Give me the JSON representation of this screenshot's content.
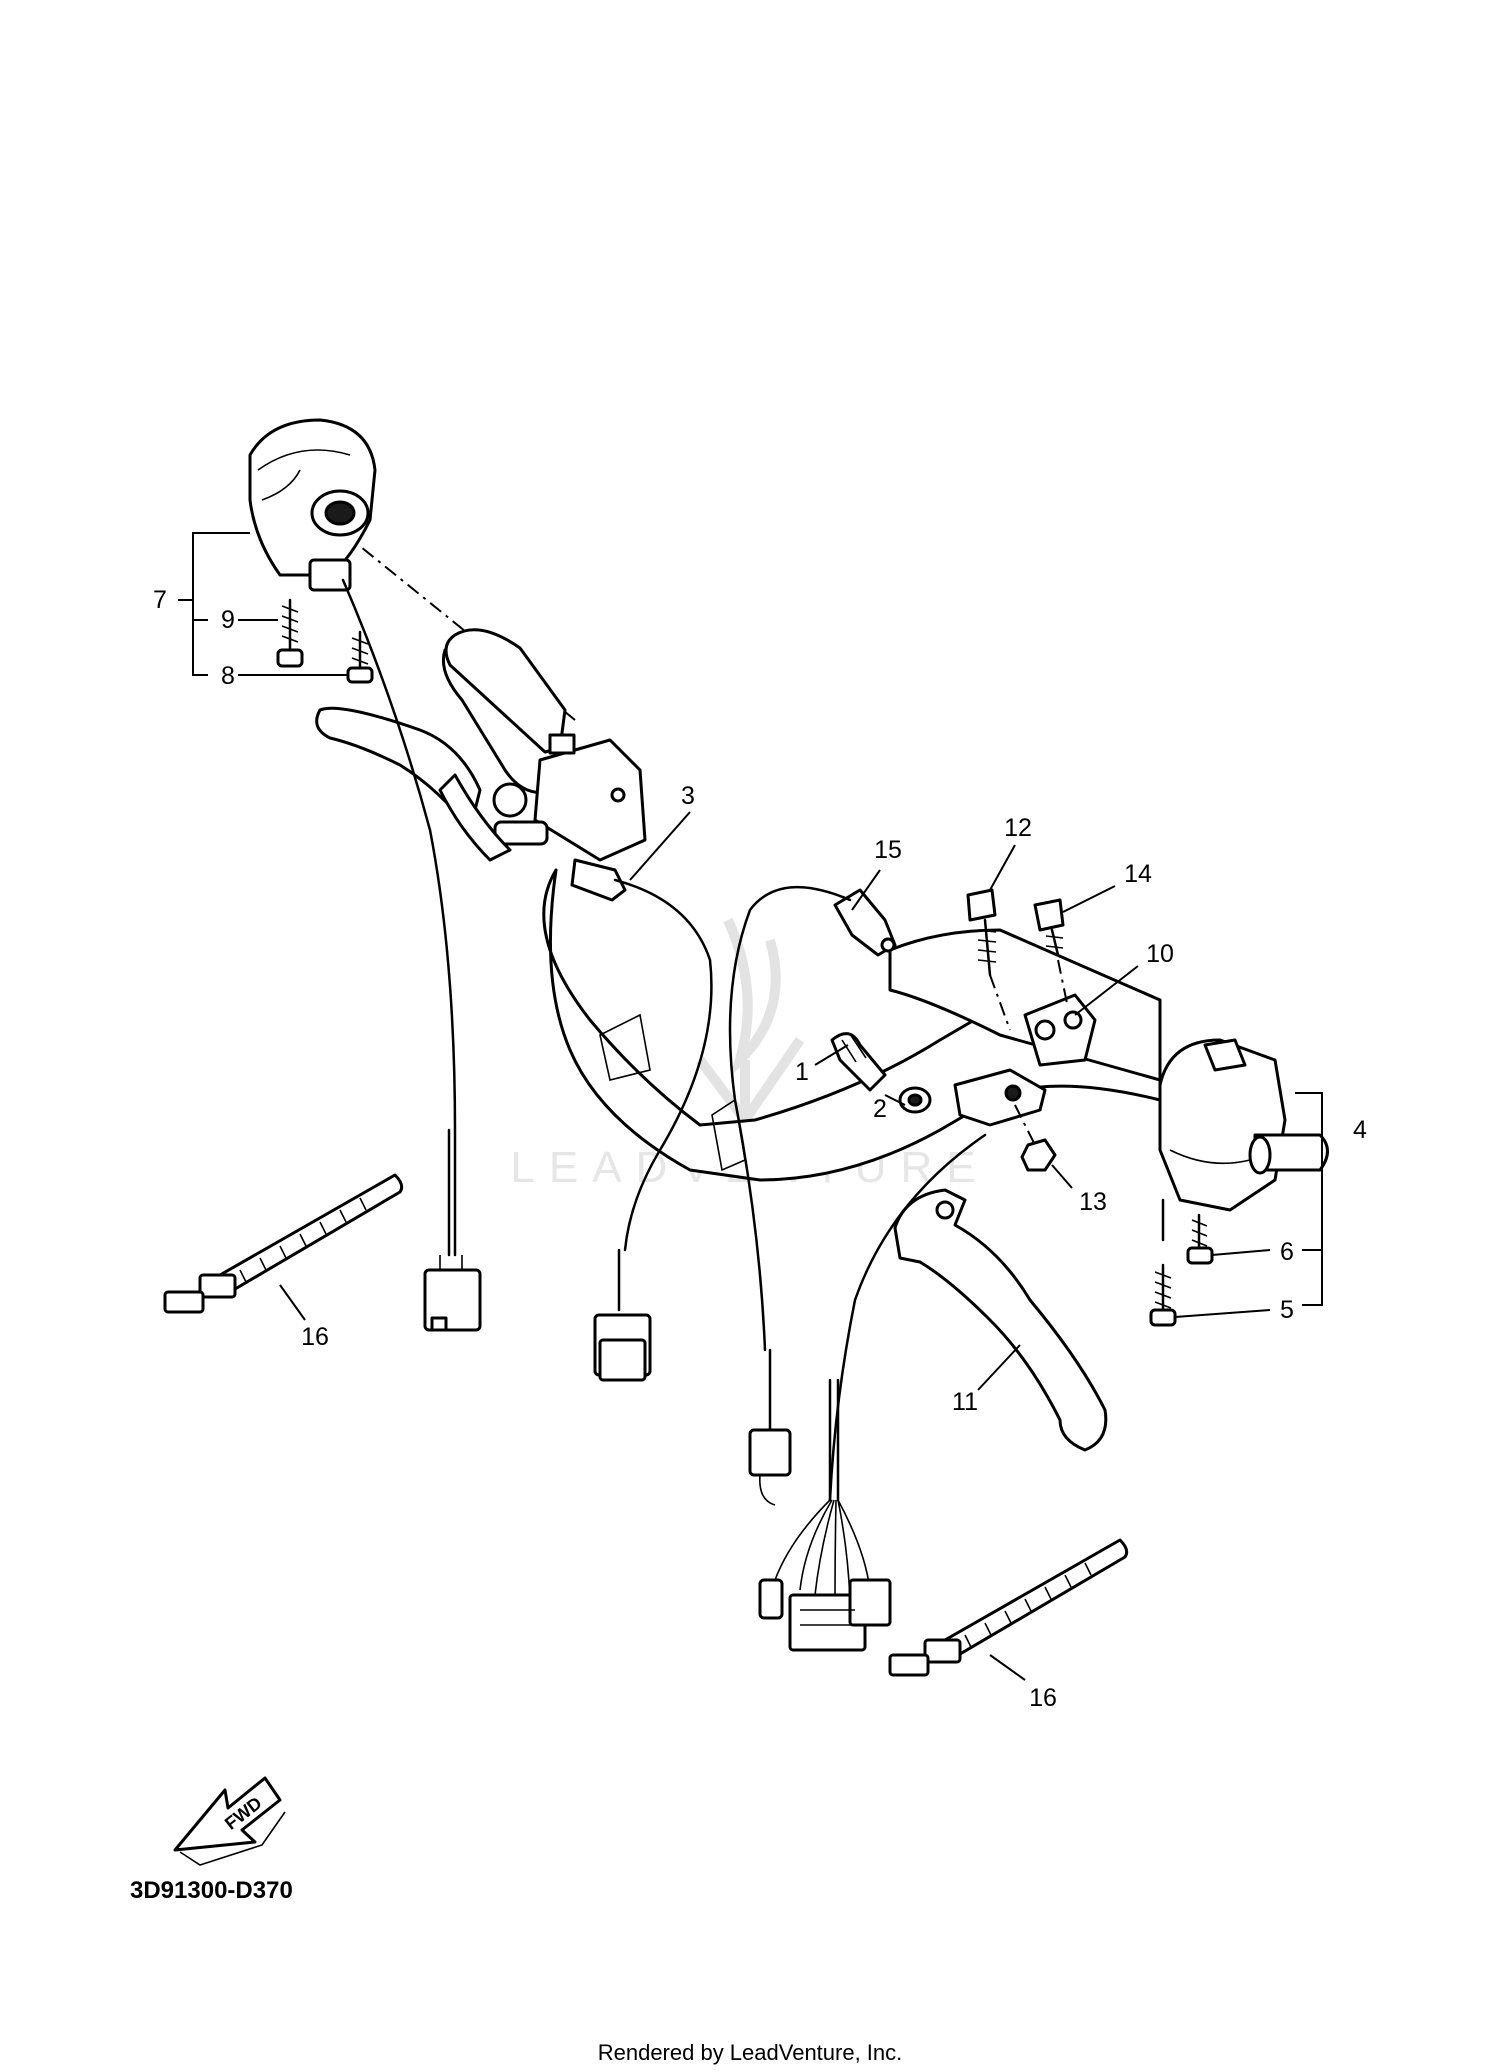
{
  "diagram": {
    "callouts": {
      "c1": "1",
      "c2": "2",
      "c3": "3",
      "c4": "4",
      "c5": "5",
      "c6": "6",
      "c7": "7",
      "c8": "8",
      "c9": "9",
      "c10": "10",
      "c11": "11",
      "c12": "12",
      "c13": "13",
      "c14": "14",
      "c15": "15",
      "c16a": "16",
      "c16b": "16"
    },
    "fwd_label": "FWD",
    "diagram_code": "3D91300-D370",
    "watermark": "LEADVENTURE",
    "footer": "Rendered by LeadVenture, Inc."
  }
}
